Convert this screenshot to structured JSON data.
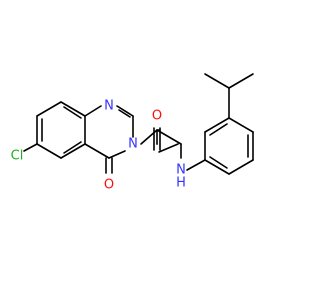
{
  "atoms": {
    "n1": "N",
    "n3": "N",
    "o4": "O",
    "cl": "Cl",
    "o_amide": "O",
    "nh": "N",
    "h": "H"
  },
  "colors": {
    "bond": "#000000",
    "nitrogen": "#3333ff",
    "oxygen": "#ff0d0d",
    "chlorine": "#1fb01f"
  }
}
